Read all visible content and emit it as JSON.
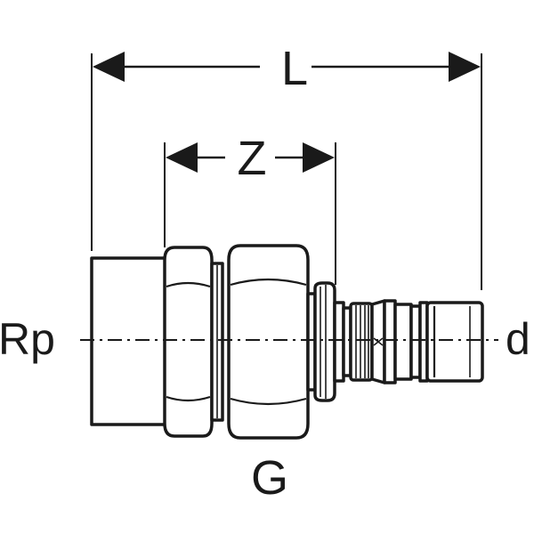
{
  "labels": {
    "overall_length": "L",
    "fitting_length": "Z",
    "female_thread": "Rp",
    "pipe_diameter": "d",
    "union_thread": "G"
  },
  "colors": {
    "line": "#1a1a1a",
    "background": "#ffffff"
  }
}
